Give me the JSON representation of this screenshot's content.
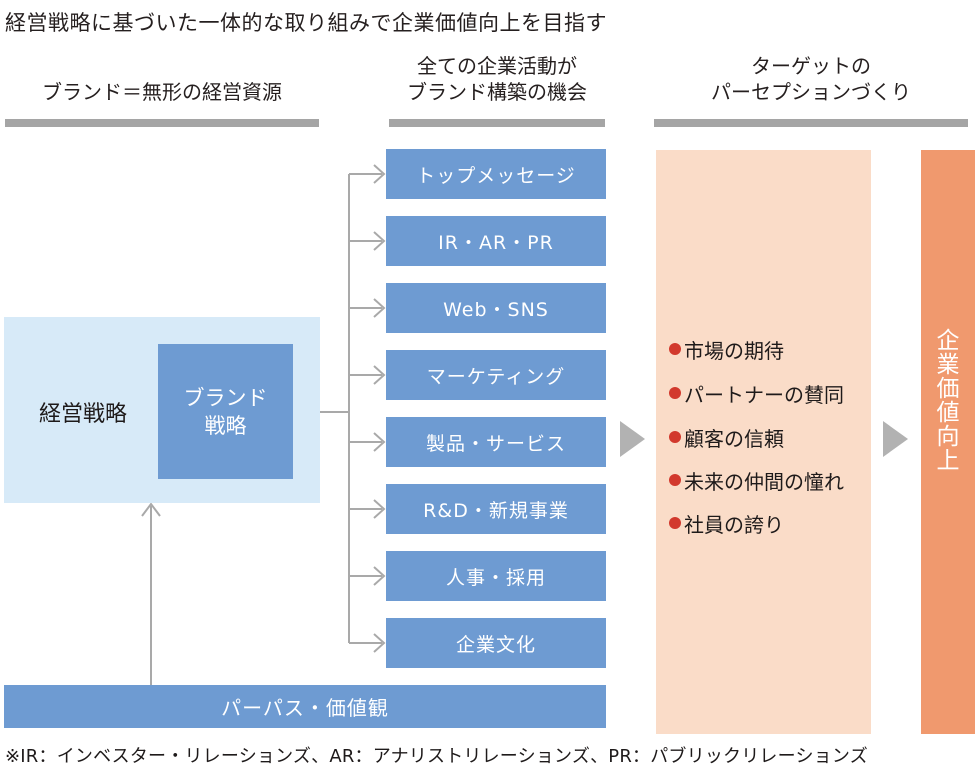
{
  "title": "経営戦略に基づいた一体的な取り組みで企業価値向上を目指す",
  "columns": {
    "brand_asset": {
      "lines": [
        "ブランド＝無形の経営資源"
      ]
    },
    "activities": {
      "lines": [
        "全ての企業活動が",
        "ブランド構築の機会"
      ]
    },
    "perception": {
      "lines": [
        "ターゲットの",
        "パーセプションづくり"
      ]
    }
  },
  "strategy": {
    "management": "経営戦略",
    "brand_line1": "ブランド",
    "brand_line2": "戦略"
  },
  "activities": [
    "トップメッセージ",
    "IR・AR・PR",
    "Web・SNS",
    "マーケティング",
    "製品・サービス",
    "R&D・新規事業",
    "人事・採用",
    "企業文化"
  ],
  "purpose": "パーパス・価値観",
  "perceptions": [
    "市場の期待",
    "パートナーの賛同",
    "顧客の信頼",
    "未来の仲間の憧れ",
    "社員の誇り"
  ],
  "outcome": "企業価値向上",
  "footnote": "※IR：インベスター・リレーションズ、AR：アナリストリレーションズ、PR：パブリックリレーションズ",
  "colors": {
    "box-blue": "#6e9bd2",
    "light-blue": "#d7eaf8",
    "peach": "#fadcc8",
    "orange": "#f0996e",
    "bar-gray": "#a5a5a5",
    "line-gray": "#a9a9a9",
    "triangle-gray": "#b2b2b2",
    "bullet-red": "#d2392d",
    "text-dark": "#251f1f"
  }
}
